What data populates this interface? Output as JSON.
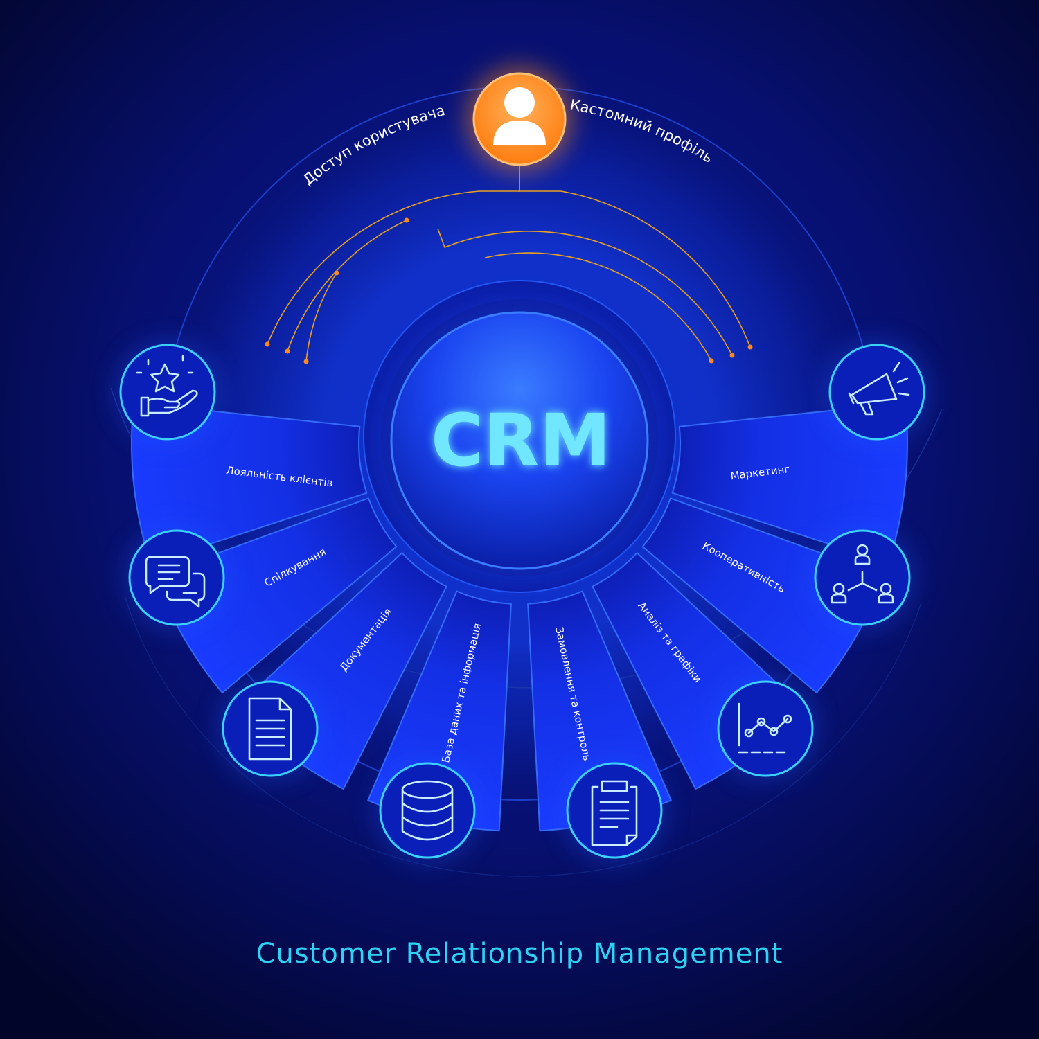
{
  "center_label": "CRM",
  "top_node": {
    "icon": "user-icon",
    "left_caption": "Доступ користувача",
    "right_caption": "Кастомний профіль"
  },
  "modules": [
    {
      "label": "Лояльність клієнтів",
      "icon": "loyalty-icon"
    },
    {
      "label": "Спілкування",
      "icon": "chat-icon"
    },
    {
      "label": "Документація",
      "icon": "document-icon"
    },
    {
      "label": "База даних та інформація",
      "icon": "database-icon"
    },
    {
      "label": "Замовлення та контроль",
      "icon": "clipboard-icon"
    },
    {
      "label": "Аналіз та графіки",
      "icon": "chart-icon"
    },
    {
      "label": "Кооперативність",
      "icon": "team-icon"
    },
    {
      "label": "Маркетинг",
      "icon": "megaphone-icon"
    }
  ],
  "footer": "Customer Relationship Management",
  "colors": {
    "background": "#03062a",
    "accent_cyan": "#2fd2f2",
    "node_orange": "#ff8a1c",
    "segment_blue": "#1230e0"
  }
}
